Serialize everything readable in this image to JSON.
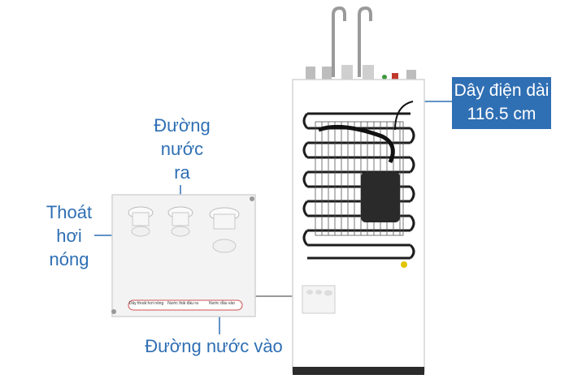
{
  "labels": {
    "outlet": "Đường\nnước\nra",
    "hot_vent": "Thoát\nhơi\nnóng",
    "inlet": "Đường nước vào",
    "power_cord": "Dây điện dài\n116.5 cm"
  },
  "panel_text": {
    "left": "Dây thoát\nhơi nóng",
    "middle": "Nước thải\nđầu ra",
    "right": "Nước\nđầu vào"
  },
  "colors": {
    "accent": "#2f6fb4",
    "cabinet": "#ffffff",
    "coil": "#1d1d1d",
    "frame": "#cfcfcf"
  }
}
